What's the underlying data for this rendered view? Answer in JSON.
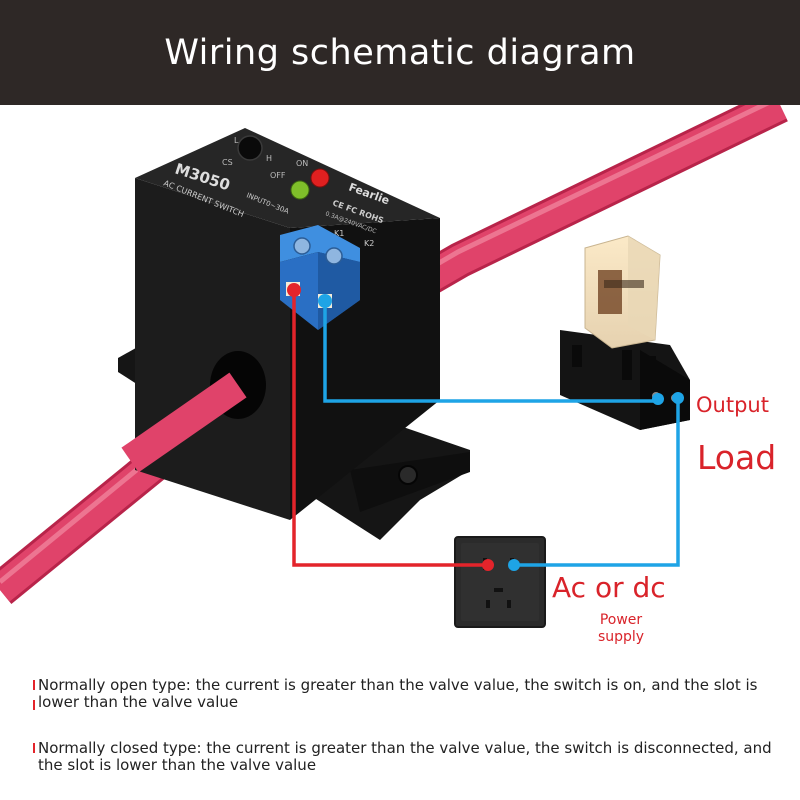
{
  "title": "Wiring schematic diagram",
  "device": {
    "model": "M3050",
    "name": "AC CURRENT SWITCH",
    "input": "INPUT0~30A",
    "brand": "Fearlie",
    "cert": "CE FC ROHS",
    "rating": "0.3A@240VAC/DC",
    "knob_labels": [
      "L",
      "H",
      "CS"
    ],
    "led_labels": [
      "ON",
      "OFF"
    ],
    "terminals": [
      "K1",
      "K2"
    ]
  },
  "labels": {
    "output": "Output",
    "load": "Load",
    "ac_dc": "Ac or dc",
    "power_supply": "Power supply"
  },
  "notes": [
    "Normally open type: the current is greater than the valve value, the switch is on, and the slot is lower than the valve value",
    "Normally closed type: the current is greater than the valve value, the switch is disconnected, and the slot is lower than the valve value"
  ],
  "colors": {
    "header_bg": "#2e2826",
    "cable": "#e0436a",
    "wire_red": "#e3242b",
    "wire_blue": "#1ea4e6",
    "label_red": "#d9232a"
  }
}
